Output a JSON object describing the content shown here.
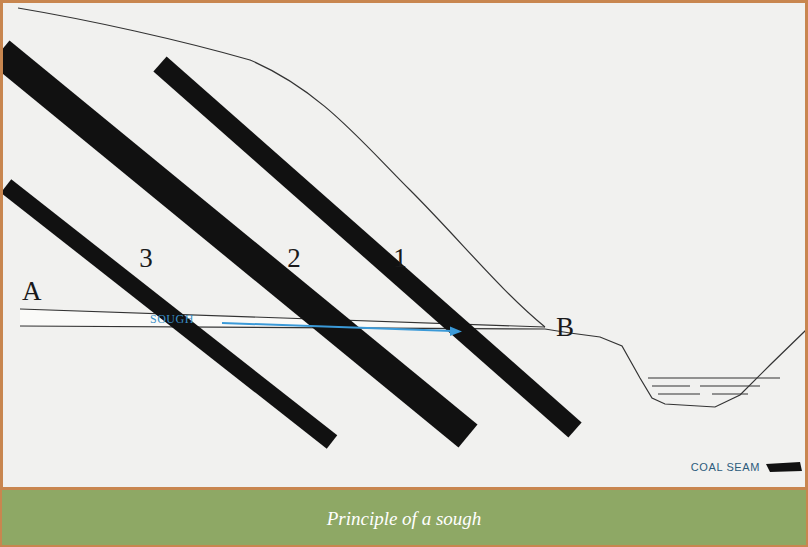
{
  "diagram": {
    "caption": "Principle of a sough",
    "labels": [
      "3",
      "2",
      "1",
      "A",
      "B",
      "SOUGH"
    ],
    "legend": [
      {
        "text": "COAL SEAM"
      }
    ]
  }
}
